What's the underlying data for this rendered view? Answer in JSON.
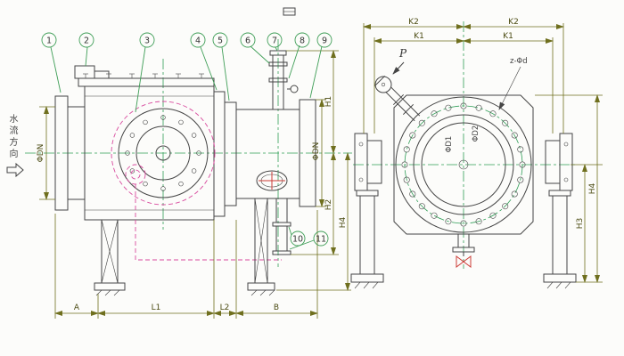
{
  "callouts": [
    "1",
    "2",
    "3",
    "4",
    "5",
    "6",
    "7",
    "8",
    "9",
    "10",
    "11"
  ],
  "labels": {
    "flow_direction": "水流方向",
    "dn_inlet": "ΦDN",
    "dn_outlet": "ΦDN",
    "dim_a": "A",
    "dim_l1": "L1",
    "dim_l2": "L2",
    "dim_b": "B",
    "dim_h1": "H1",
    "dim_h2": "H2",
    "dim_h3": "H3",
    "dim_h4_side": "H4",
    "dim_h4_front": "H4",
    "dim_k1_left": "K1",
    "dim_k1_right": "K1",
    "dim_k2_left": "K2",
    "dim_k2_right": "K2",
    "pressure_point": "P",
    "bolt_pattern": "z-Φd",
    "dia_d1": "ΦD1",
    "dia_d2": "ΦD2"
  },
  "colors": {
    "outline": "#454545",
    "dimension": "#6f6f1e",
    "centerline": "#2f9e57",
    "hidden_mechanism": "#d84a9e",
    "accent_red": "#cc3b35",
    "callout_green": "#3f9e57",
    "paper": "#fcfcfa"
  }
}
